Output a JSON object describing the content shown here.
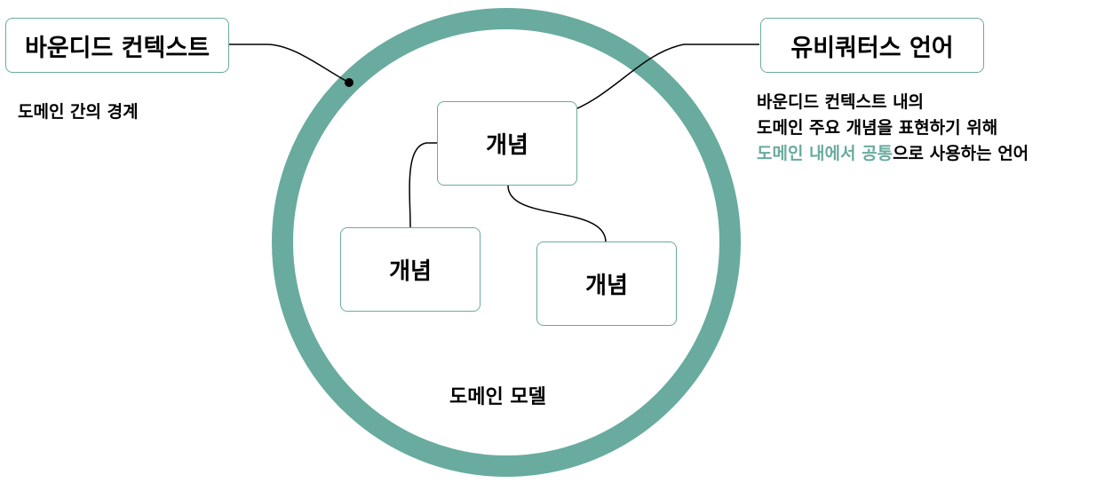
{
  "colors": {
    "accent": "#69ab9f",
    "text": "#000000",
    "background": "#ffffff"
  },
  "left_label": {
    "title": "바운디드 컨텍스트",
    "description": "도메인 간의 경계"
  },
  "right_label": {
    "title": "유비쿼터스 언어",
    "description_line1": "바운디드 컨텍스트 내의",
    "description_line2": "도메인 주요 개념을 표현하기 위해",
    "description_line3_accent": "도메인 내에서 공통",
    "description_line3_rest": "으로 사용하는 언어"
  },
  "concepts": {
    "top": "개념",
    "left": "개념",
    "right": "개념"
  },
  "model_label": "도메인 모델"
}
